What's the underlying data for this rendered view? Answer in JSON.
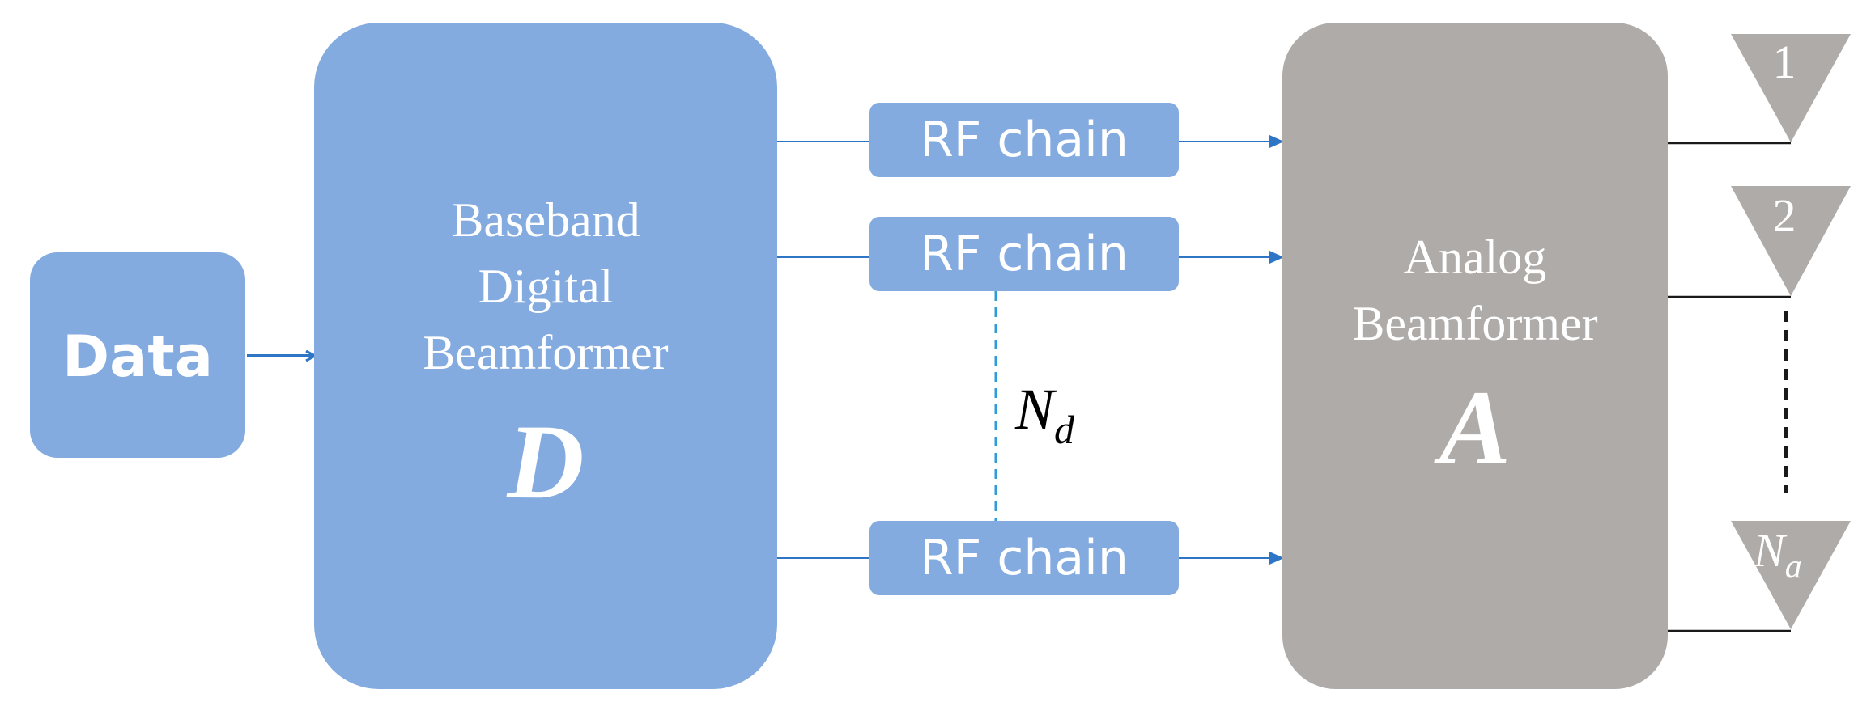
{
  "colors": {
    "blue_block": "#84ABDF",
    "gray_block": "#AFABA8",
    "arrow_blue": "#2E75C6",
    "dash_blue": "#2E9BDA",
    "wire_black": "#1a1a1a",
    "text_white": "#FFFFFF"
  },
  "data_block": {
    "label": "Data"
  },
  "digital_beamformer": {
    "line1": "Baseband",
    "line2": "Digital",
    "line3": "Beamformer",
    "symbol": "D"
  },
  "rf_chains": [
    {
      "label": "RF chain"
    },
    {
      "label": "RF chain"
    },
    {
      "label": "RF chain"
    }
  ],
  "rf_count_label": {
    "base": "N",
    "sub": "d"
  },
  "analog_beamformer": {
    "line1": "Analog",
    "line2": "Beamformer",
    "symbol": "A"
  },
  "antennas": [
    {
      "label": "1"
    },
    {
      "label": "2"
    }
  ],
  "antenna_last": {
    "base": "N",
    "sub": "a"
  }
}
